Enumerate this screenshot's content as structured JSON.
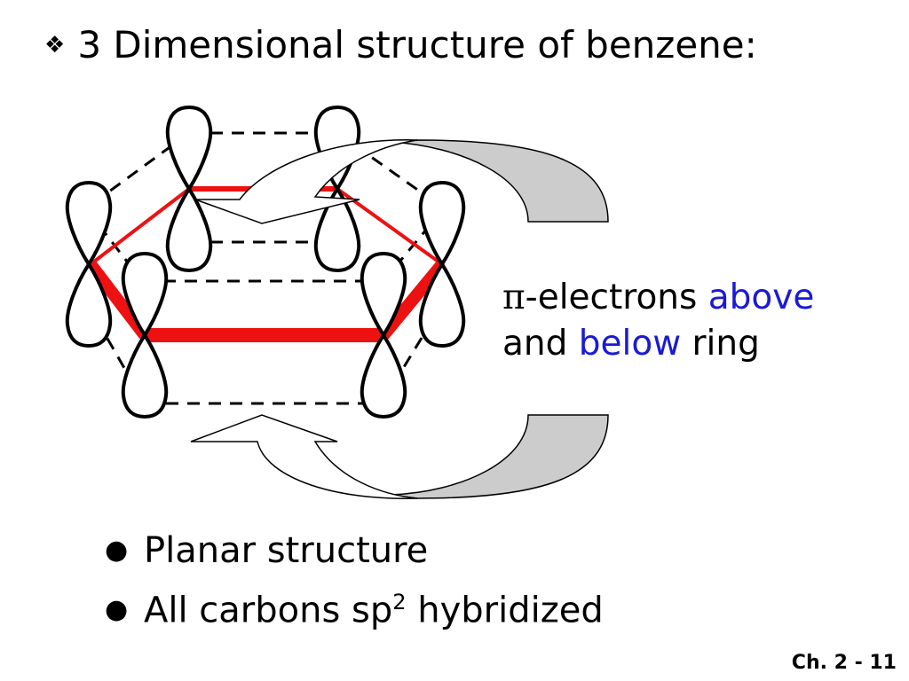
{
  "title": "3 Dimensional structure of benzene:",
  "title_bullet": "❖",
  "pi_label": {
    "pi_symbol": "π",
    "part1": "-electrons ",
    "above": "above",
    "part2": "and ",
    "below": "below",
    "part3": " ring"
  },
  "bullets": {
    "symbol": "●",
    "item1": "Planar structure",
    "item2_text": "All carbons sp",
    "item2_sup": "2",
    "item2_end": " hybridized"
  },
  "slide_number": "Ch. 2 - 11",
  "colors": {
    "ring": "#ee1111",
    "accent_text": "#1a1ad6",
    "arrow_fill": "#cccccc"
  }
}
